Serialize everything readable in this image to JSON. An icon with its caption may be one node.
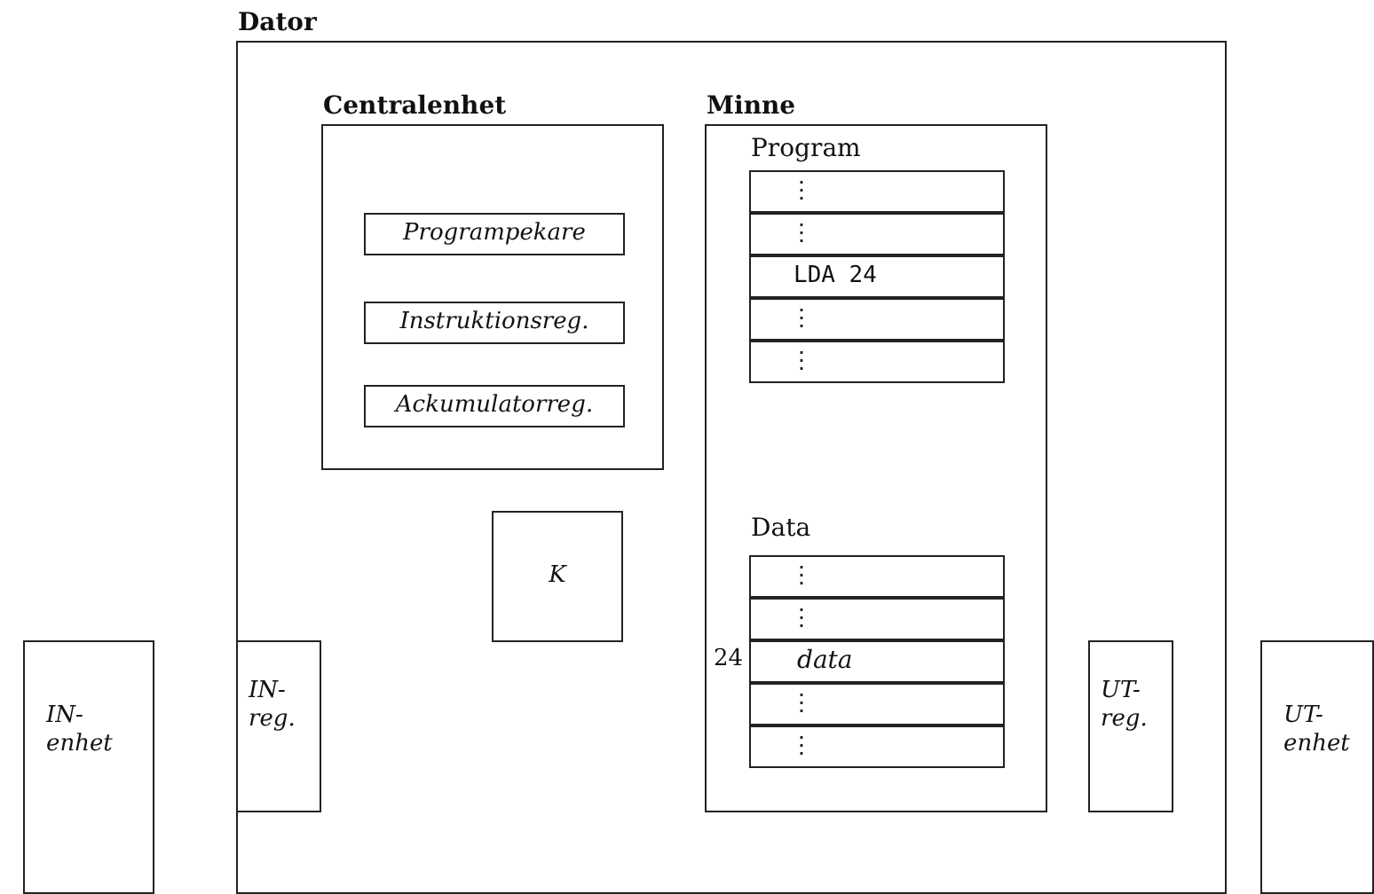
{
  "diagram": {
    "nodes": [
      {
        "text": [
          "Dator"
        ]
      },
      {
        "text": [
          "Centralenhet"
        ],
        "in": 0
      },
      {
        "text": [
          "Programpekare"
        ],
        "in": 1
      },
      {
        "text": [
          "Instruktionsreg."
        ],
        "in": 1
      },
      {
        "text": [
          "Ackumulatorreg."
        ],
        "in": 1
      },
      {
        "text": [
          "Minne"
        ],
        "in": 0
      },
      {
        "text": [
          "⋮"
        ],
        "in": 5
      },
      {
        "text": [
          "⋮"
        ],
        "in": 5
      },
      {
        "text": [
          "LDA 24"
        ],
        "in": 5
      },
      {
        "text": [
          "⋮"
        ],
        "in": 5
      },
      {
        "text": [
          "⋮"
        ],
        "in": 5
      },
      {
        "text": [
          "⋮"
        ],
        "in": 5
      },
      {
        "text": [
          "⋮"
        ],
        "in": 5
      },
      {
        "text": [
          "data"
        ],
        "in": 5,
        "beside": [
          "24"
        ]
      },
      {
        "text": [
          "⋮"
        ],
        "in": 5
      },
      {
        "text": [
          "⋮"
        ],
        "in": 5
      },
      {
        "text": [
          "K"
        ],
        "in": 0
      },
      {
        "text": [
          "IN- reg."
        ],
        "in": 0
      },
      {
        "text": [
          "UT- reg."
        ],
        "in": 0
      },
      {
        "text": [
          "IN- enhet"
        ]
      },
      {
        "text": [
          "UT- enhet"
        ]
      }
    ],
    "edges": [],
    "labels": [
      "Program",
      "Data"
    ]
  }
}
